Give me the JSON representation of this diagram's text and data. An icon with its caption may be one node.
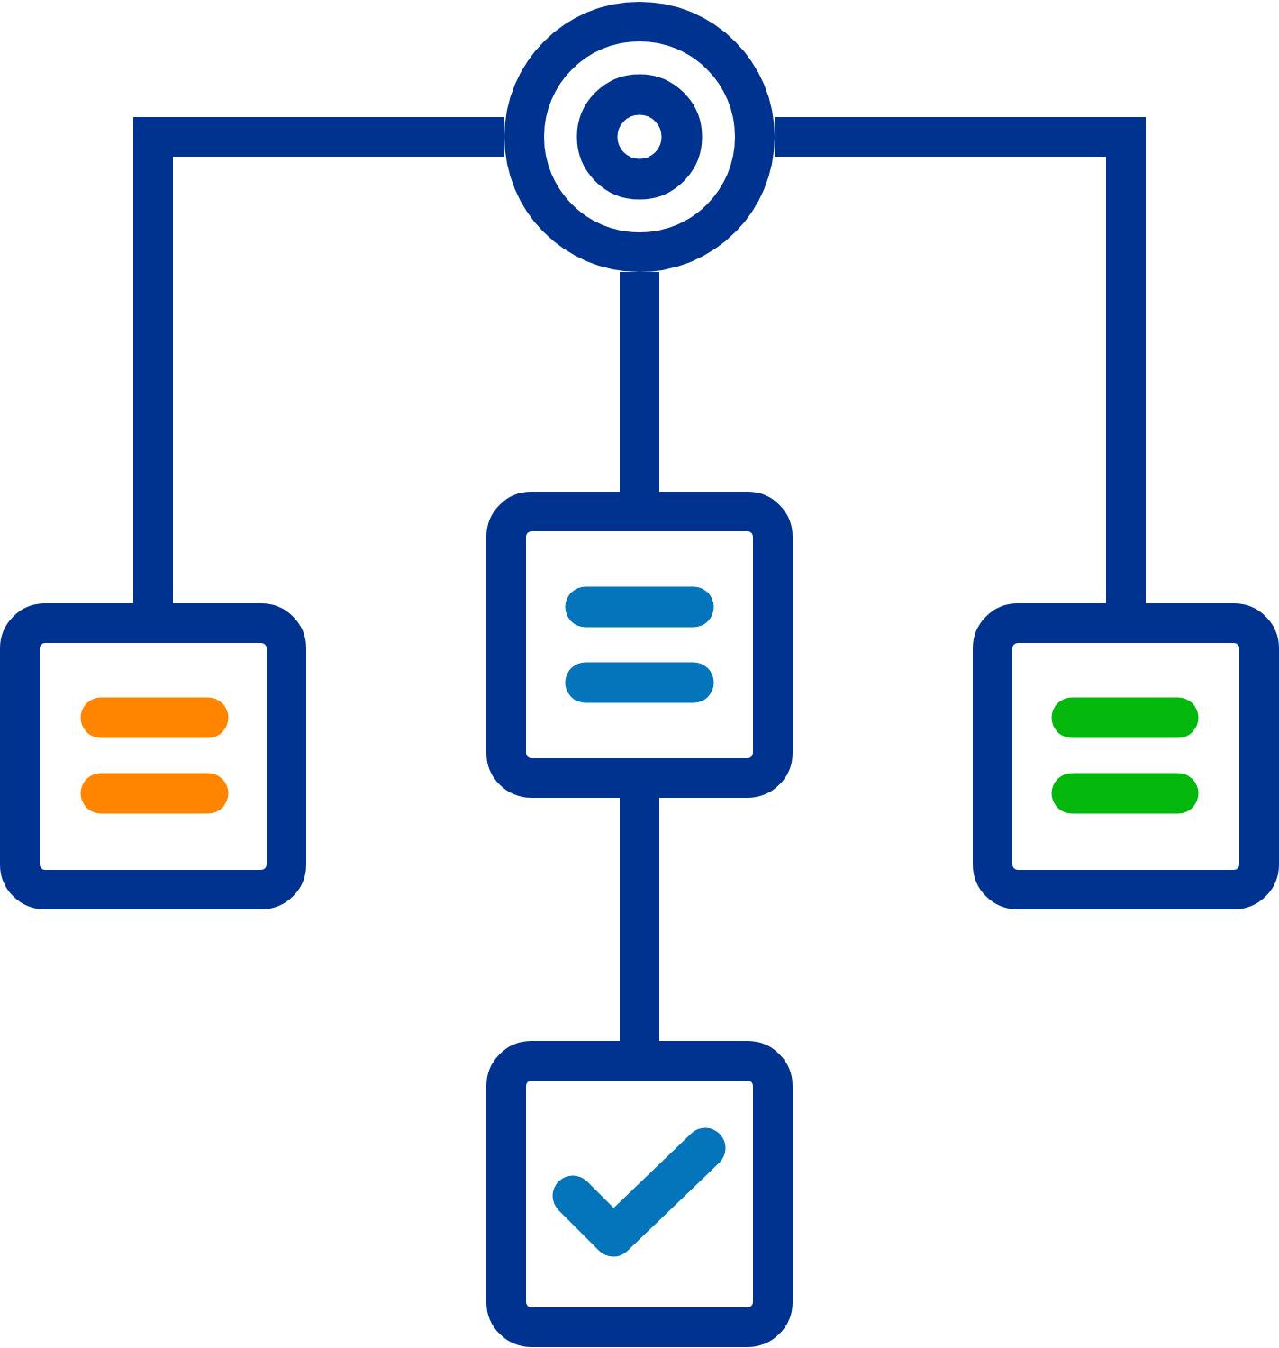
{
  "diagram": {
    "nodes": [
      {
        "text": [],
        "shape": "circle"
      },
      {
        "text": [],
        "shape": "box"
      },
      {
        "text": [],
        "shape": "box"
      },
      {
        "text": [],
        "shape": "box"
      },
      {
        "text": [],
        "shape": "box"
      }
    ],
    "edges": [
      {
        "from": 0,
        "to": 1,
        "arrow": "none"
      },
      {
        "from": 0,
        "to": 2,
        "arrow": "none"
      },
      {
        "from": 0,
        "to": 3,
        "arrow": "none"
      },
      {
        "from": 2,
        "to": 4,
        "arrow": "none"
      }
    ]
  }
}
